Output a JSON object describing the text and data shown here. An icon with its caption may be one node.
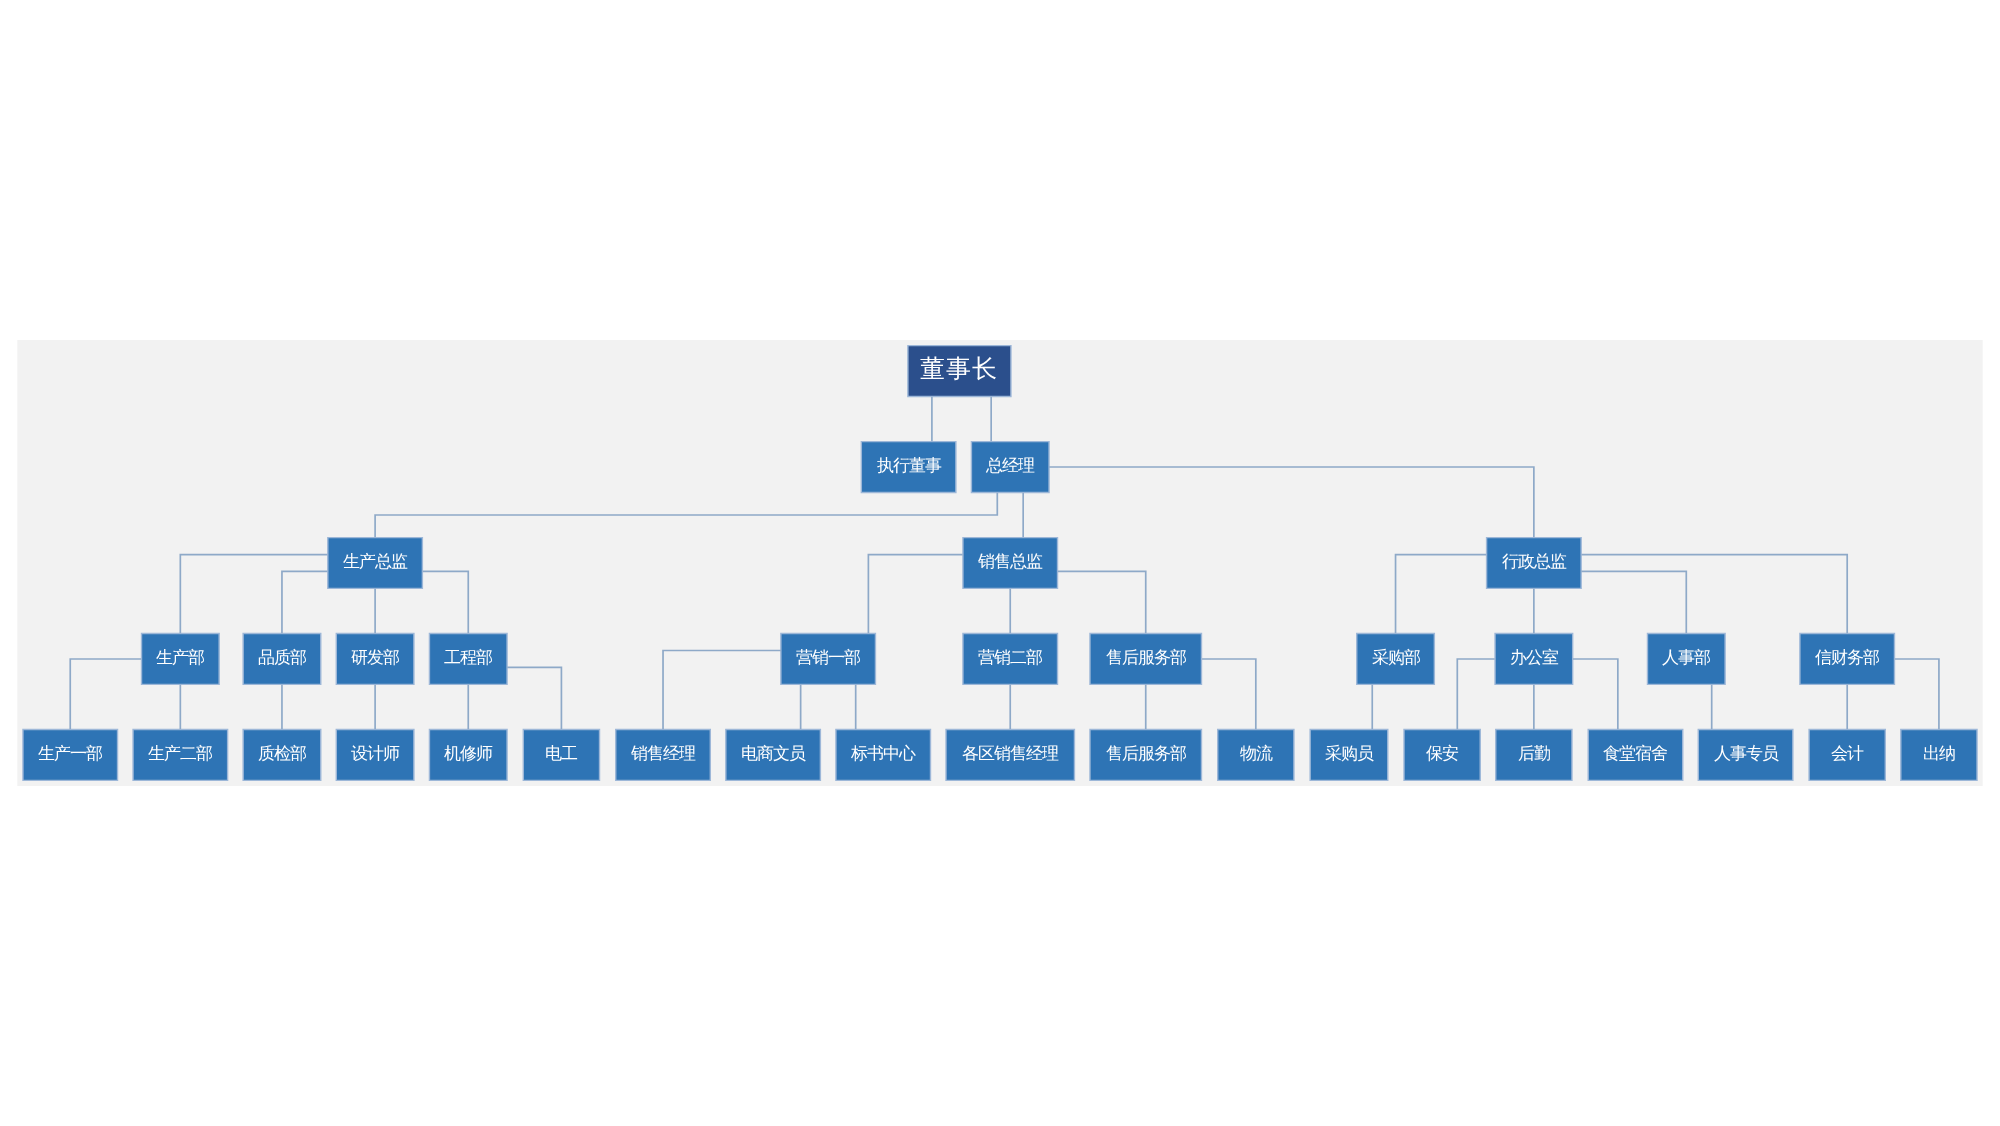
{
  "diagram": {
    "nodes": [
      {
        "text": [
          "董事长"
        ]
      },
      {
        "text": [
          "执行董事"
        ]
      },
      {
        "text": [
          "总经理"
        ]
      },
      {
        "text": [
          "生产总监"
        ]
      },
      {
        "text": [
          "销售总监"
        ]
      },
      {
        "text": [
          "行政总监"
        ]
      },
      {
        "text": [
          "生产部"
        ]
      },
      {
        "text": [
          "品质部"
        ]
      },
      {
        "text": [
          "研发部"
        ]
      },
      {
        "text": [
          "工程部"
        ]
      },
      {
        "text": [
          "营销一部"
        ]
      },
      {
        "text": [
          "营销二部"
        ]
      },
      {
        "text": [
          "售后服务部"
        ]
      },
      {
        "text": [
          "采购部"
        ]
      },
      {
        "text": [
          "办公室"
        ]
      },
      {
        "text": [
          "人事部"
        ]
      },
      {
        "text": [
          "信财务部"
        ]
      },
      {
        "text": [
          "生产一部"
        ]
      },
      {
        "text": [
          "生产二部"
        ]
      },
      {
        "text": [
          "质检部"
        ]
      },
      {
        "text": [
          "设计师"
        ]
      },
      {
        "text": [
          "机修师"
        ]
      },
      {
        "text": [
          "电工"
        ]
      },
      {
        "text": [
          "销售经理"
        ]
      },
      {
        "text": [
          "电商文员"
        ]
      },
      {
        "text": [
          "标书中心"
        ]
      },
      {
        "text": [
          "各区销售经理"
        ]
      },
      {
        "text": [
          "售后服务部"
        ]
      },
      {
        "text": [
          "物流"
        ]
      },
      {
        "text": [
          "采购员"
        ]
      },
      {
        "text": [
          "保安"
        ]
      },
      {
        "text": [
          "后勤"
        ]
      },
      {
        "text": [
          "食堂宿舍"
        ]
      },
      {
        "text": [
          "人事专员"
        ]
      },
      {
        "text": [
          "会计"
        ]
      },
      {
        "text": [
          "出纳"
        ]
      }
    ],
    "edges": [
      {
        "from": 0,
        "to": 1,
        "arrow": "none"
      },
      {
        "from": 0,
        "to": 2,
        "arrow": "none"
      },
      {
        "from": 2,
        "to": 3,
        "arrow": "none"
      },
      {
        "from": 2,
        "to": 4,
        "arrow": "none"
      },
      {
        "from": 2,
        "to": 5,
        "arrow": "none"
      },
      {
        "from": 3,
        "to": 6,
        "arrow": "none"
      },
      {
        "from": 3,
        "to": 7,
        "arrow": "none"
      },
      {
        "from": 3,
        "to": 8,
        "arrow": "none"
      },
      {
        "from": 3,
        "to": 9,
        "arrow": "none"
      },
      {
        "from": 4,
        "to": 10,
        "arrow": "none"
      },
      {
        "from": 4,
        "to": 11,
        "arrow": "none"
      },
      {
        "from": 4,
        "to": 12,
        "arrow": "none"
      },
      {
        "from": 5,
        "to": 13,
        "arrow": "none"
      },
      {
        "from": 5,
        "to": 14,
        "arrow": "none"
      },
      {
        "from": 5,
        "to": 15,
        "arrow": "none"
      },
      {
        "from": 5,
        "to": 16,
        "arrow": "none"
      },
      {
        "from": 6,
        "to": 17,
        "arrow": "none"
      },
      {
        "from": 6,
        "to": 18,
        "arrow": "none"
      },
      {
        "from": 7,
        "to": 19,
        "arrow": "none"
      },
      {
        "from": 8,
        "to": 20,
        "arrow": "none"
      },
      {
        "from": 9,
        "to": 21,
        "arrow": "none"
      },
      {
        "from": 9,
        "to": 22,
        "arrow": "none"
      },
      {
        "from": 10,
        "to": 23,
        "arrow": "none"
      },
      {
        "from": 10,
        "to": 24,
        "arrow": "none"
      },
      {
        "from": 10,
        "to": 25,
        "arrow": "none"
      },
      {
        "from": 11,
        "to": 26,
        "arrow": "none"
      },
      {
        "from": 12,
        "to": 27,
        "arrow": "none"
      },
      {
        "from": 12,
        "to": 28,
        "arrow": "none"
      },
      {
        "from": 13,
        "to": 29,
        "arrow": "none"
      },
      {
        "from": 14,
        "to": 30,
        "arrow": "none"
      },
      {
        "from": 14,
        "to": 31,
        "arrow": "none"
      },
      {
        "from": 14,
        "to": 32,
        "arrow": "none"
      },
      {
        "from": 15,
        "to": 33,
        "arrow": "none"
      },
      {
        "from": 16,
        "to": 34,
        "arrow": "none"
      },
      {
        "from": 16,
        "to": 35,
        "arrow": "none"
      }
    ]
  }
}
